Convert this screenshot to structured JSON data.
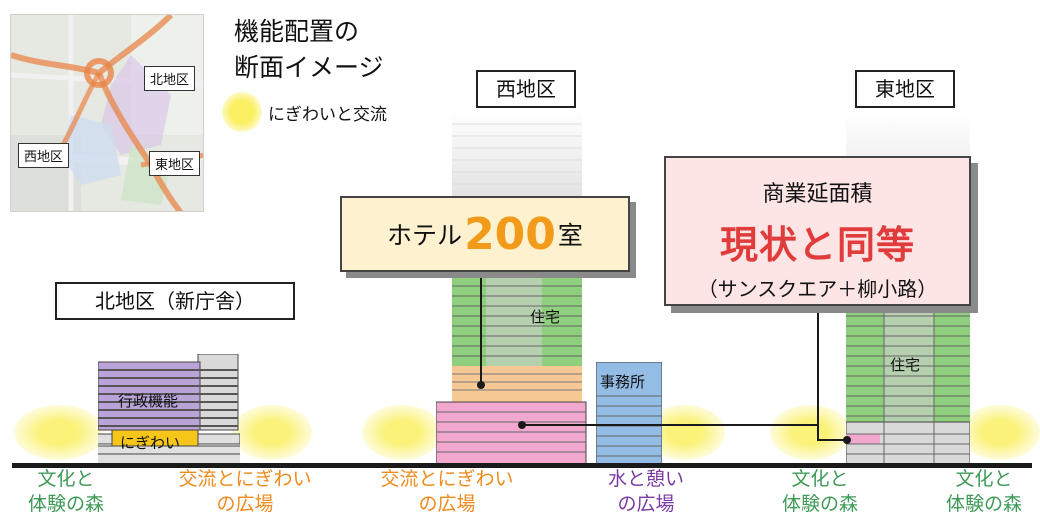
{
  "map": {
    "labels": [
      "北地区",
      "西地区",
      "東地区"
    ]
  },
  "title": {
    "line1": "機能配置の",
    "line2": "断面イメージ"
  },
  "legend": {
    "label": "にぎわいと交流",
    "color": "#faf062"
  },
  "districts": {
    "north": "北地区（新庁舎）",
    "west": "西地区",
    "east": "東地区"
  },
  "buildings": {
    "north_admin": "行政機能",
    "north_nigiwai": "にぎわい",
    "west_housing": "住宅",
    "west_office": "事務所",
    "east_housing": "住宅"
  },
  "hotel": {
    "pre": "ホテル",
    "num": "200",
    "post": "室"
  },
  "commercial": {
    "line1": "商業延面積",
    "line2": "現状と同等",
    "line3": "（サンスクエア＋柳小路）"
  },
  "plazas": {
    "forest_left": [
      "文化と",
      "体験の森"
    ],
    "exchange_north": [
      "交流とにぎわい",
      "の広場"
    ],
    "exchange_west": [
      "交流とにぎわい",
      "の広場"
    ],
    "water": [
      "水と憩い",
      "の広場"
    ],
    "forest_mid": [
      "文化と",
      "体験の森"
    ],
    "forest_right": [
      "文化と",
      "体験の森"
    ]
  },
  "colors": {
    "housing": "#8fd07e",
    "hotel": "#f6c894",
    "commercial": "#f2a7cf",
    "admin": "#b9a3d8",
    "office": "#94bde6",
    "nigiwai": "#f5c51a",
    "forest_text": "#3f9a57",
    "exchange_text": "#ef8a1d",
    "water_text": "#7a3aa3"
  }
}
